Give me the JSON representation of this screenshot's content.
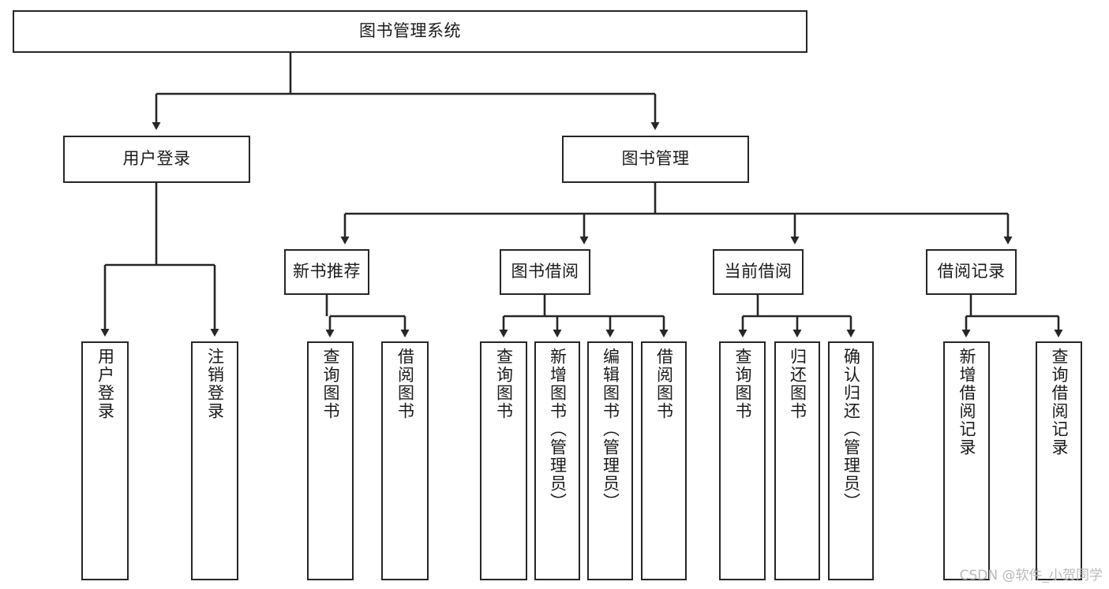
{
  "diagram": {
    "title": "图书管理系统",
    "type": "tree",
    "watermark": "CSDN @软件_小贺同学",
    "colors": {
      "stroke": "#262626",
      "fill": "#ffffff",
      "text": "#1a1a1a",
      "watermark": "#b9b9b9"
    },
    "nodes": {
      "root": {
        "label": "图书管理系统"
      },
      "level2": [
        {
          "label": "用户登录"
        },
        {
          "label": "图书管理"
        }
      ],
      "level3": [
        {
          "label": "新书推荐"
        },
        {
          "label": "图书借阅"
        },
        {
          "label": "当前借阅"
        },
        {
          "label": "借阅记录"
        }
      ],
      "leaves": {
        "user_login": [
          {
            "label": "用户登录"
          },
          {
            "label": "注销登录"
          }
        ],
        "new_book": [
          {
            "label": "查询图书"
          },
          {
            "label": "借阅图书"
          }
        ],
        "book_borrow": [
          {
            "label": "查询图书"
          },
          {
            "label": "新增图书（管理员）"
          },
          {
            "label": "编辑图书（管理员）"
          },
          {
            "label": "借阅图书"
          }
        ],
        "current_borrow": [
          {
            "label": "查询图书"
          },
          {
            "label": "归还图书"
          },
          {
            "label": "确认归还（管理员）"
          }
        ],
        "borrow_record": [
          {
            "label": "新增借阅记录"
          },
          {
            "label": "查询借阅记录"
          }
        ]
      }
    }
  }
}
